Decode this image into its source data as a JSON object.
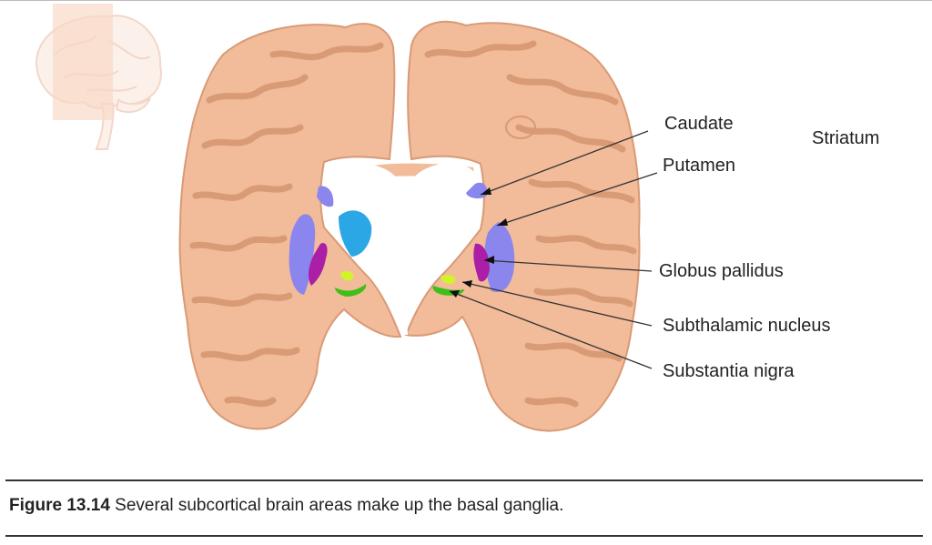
{
  "labels": {
    "caudate": "Caudate",
    "putamen": "Putamen",
    "striatum": "Striatum",
    "globus_pallidus": "Globus pallidus",
    "subthalamic_nucleus": "Subthalamic nucleus",
    "substantia_nigra": "Substantia nigra"
  },
  "caption": {
    "figure_number": "Figure 13.14",
    "text": " Several subcortical brain areas make up the basal ganglia."
  },
  "colors": {
    "tissue": "#f2bb99",
    "tissue_dark": "#d99a76",
    "caudate": "#8a86ee",
    "putamen": "#8a86ee",
    "globus_pallidus": "#aa1fa6",
    "thalamus_highlight": "#2ba7e6",
    "subthalamic_nucleus": "#d2f22a",
    "substantia_nigra": "#3fbf19"
  }
}
